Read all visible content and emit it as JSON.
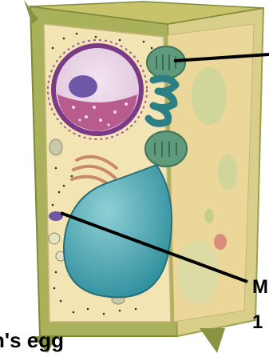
{
  "labels": {
    "right_line_1": "M",
    "right_line_2": "1",
    "bottom_caption": "n's egg"
  },
  "colors": {
    "cell_wall": "#a9b15a",
    "cell_wall_dark": "#7f8a3a",
    "cytoplasm": "#f3e4b3",
    "cytoplasm_cut": "#ecd79a",
    "nucleus": "#7a3a86",
    "nucleolus": "#6f57a8",
    "nucleoplasm": "#ead6e8",
    "chromatin": "#b85c8e",
    "chloroplast": "#5f9a7c",
    "mitochondrion": "#2d7f86",
    "vacuole": "#3fa3b0",
    "vacuole_light": "#8fd0d6",
    "golgi": "#c98a6a",
    "pointer_line": "#000000"
  }
}
